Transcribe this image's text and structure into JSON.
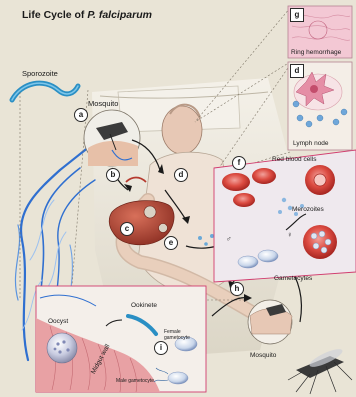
{
  "title_prefix": "Life Cycle of ",
  "title_species": "P. falciparum",
  "labels": {
    "sporozoite": "Sporozoite",
    "mosquito_top": "Mosquito",
    "ring_hemorrhage": "Ring hemorrhage",
    "lymph_node": "Lymph node",
    "red_blood_cells": "Red blood cells",
    "merozoites": "Merozoites",
    "gametocytes": "Gametocytes",
    "ookinete": "Ookinete",
    "oocyst": "Oocyst",
    "midgut_wall": "Midgut wall",
    "female_gametocyte": "Female gametocyte",
    "male_gametocyte": "Male gametocyte",
    "mosquito_bottom": "Mosquito"
  },
  "stage_markers": {
    "a": "a",
    "b": "b",
    "c": "c",
    "d": "d",
    "e": "e",
    "f": "f",
    "g": "g",
    "h": "h",
    "i": "i",
    "d2": "d"
  },
  "sex_symbols": {
    "male": "♂",
    "female": "♀"
  },
  "colors": {
    "background": "#e9e4d6",
    "blood_vessels": "#2f6fd0",
    "red_blood_cell": "#d43a33",
    "liver": "#b84a37",
    "parasite_blue": "#5a9ec9",
    "midgut_tissue": "#e8a1a4",
    "inset_border": "#d13c6e"
  }
}
